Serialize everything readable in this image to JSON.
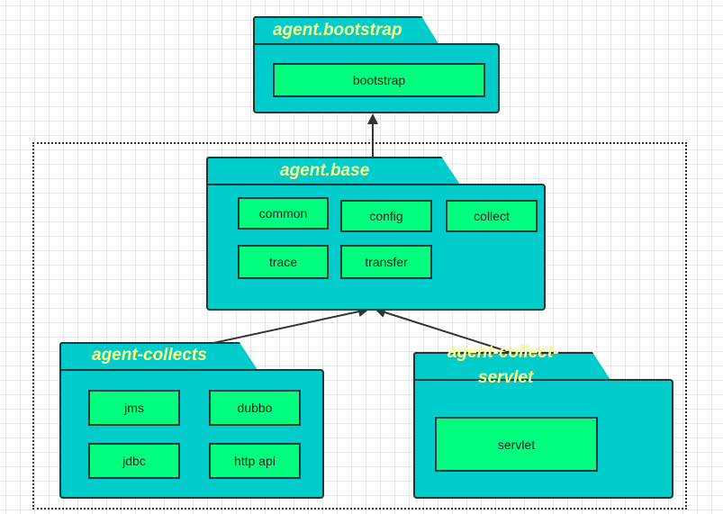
{
  "colors": {
    "package_fill": "#00cccc",
    "module_fill": "#00ff7f",
    "outline": "#1a3a3a",
    "title_text": "#ffff88",
    "arrow": "#333333"
  },
  "packages": {
    "bootstrap": {
      "title": "agent.bootstrap",
      "modules": [
        "bootstrap"
      ]
    },
    "base": {
      "title": "agent.base",
      "modules": [
        "common",
        "config",
        "collect",
        "trace",
        "transfer"
      ]
    },
    "collects": {
      "title": "agent-collects",
      "modules": [
        "jms",
        "dubbo",
        "jdbc",
        "http api"
      ]
    },
    "servlet": {
      "title_line1": "agent-collect-",
      "title_line2": "servlet",
      "modules": [
        "servlet"
      ]
    }
  }
}
